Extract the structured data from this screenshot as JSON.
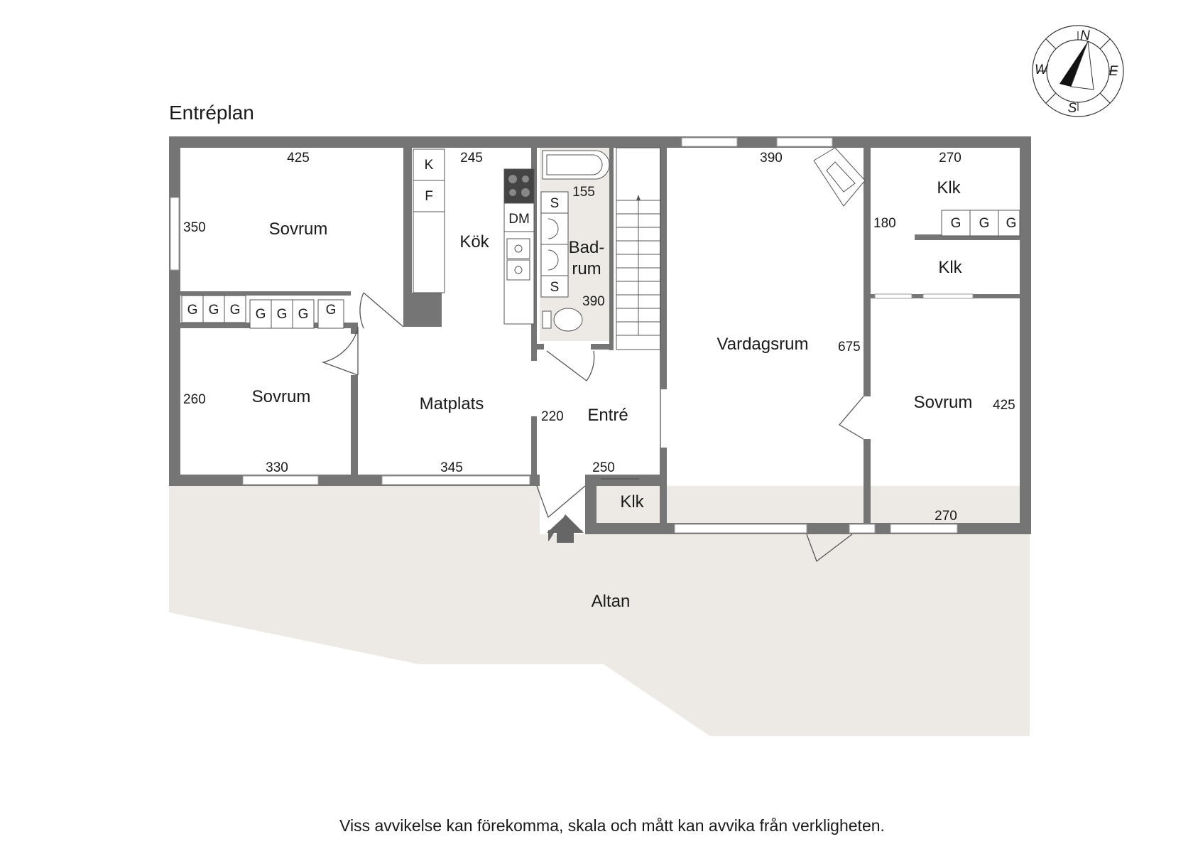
{
  "title": "Entréplan",
  "footer": "Viss avvikelse kan förekomma, skala och mått kan avvika från verkligheten.",
  "compass": {
    "n": "N",
    "e": "E",
    "s": "S",
    "w": "W"
  },
  "rooms": {
    "sovrum_nw": "Sovrum",
    "kok": "Kök",
    "badrum_1": "Bad-",
    "badrum_2": "rum",
    "vardagsrum": "Vardagsrum",
    "klk_top": "Klk",
    "klk_mid": "Klk",
    "sovrum_sw": "Sovrum",
    "matplats": "Matplats",
    "entre": "Entré",
    "klk_small": "Klk",
    "sovrum_e": "Sovrum",
    "altan": "Altan"
  },
  "dimensions": {
    "d425_top": "425",
    "d245": "245",
    "d155": "155",
    "d390_top": "390",
    "d270_top": "270",
    "d350": "350",
    "d180": "180",
    "d390_bath": "390",
    "d675": "675",
    "d260": "260",
    "d220": "220",
    "d425_right": "425",
    "d330": "330",
    "d345": "345",
    "d250": "250",
    "d270_bottom": "270"
  },
  "fixtures": {
    "k": "K",
    "f": "F",
    "dm": "DM",
    "s1": "S",
    "s2": "S",
    "g": "G"
  }
}
